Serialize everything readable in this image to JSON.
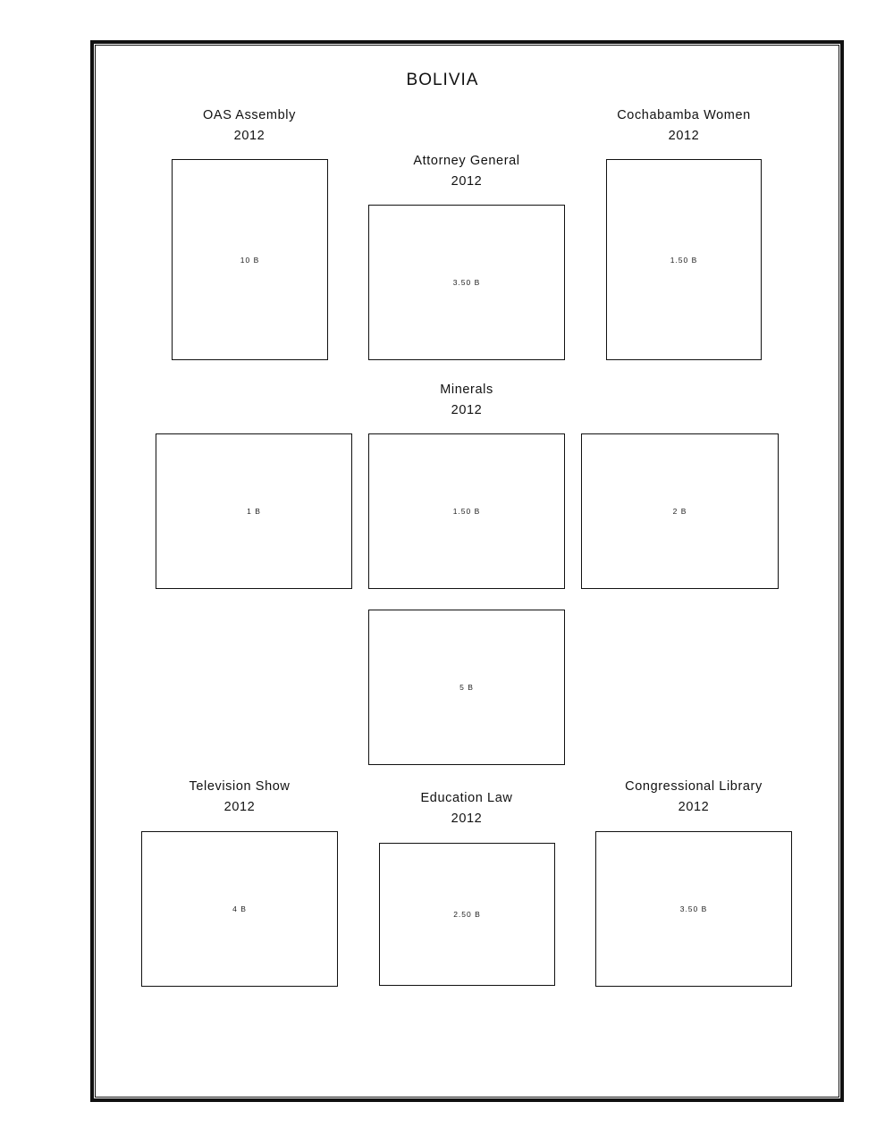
{
  "page": {
    "country": "BOLIVIA"
  },
  "sets": [
    {
      "name": "OAS Assembly",
      "year": "2012",
      "stamps": [
        "10 B"
      ]
    },
    {
      "name": "Attorney General",
      "year": "2012",
      "stamps": [
        "3.50 B"
      ]
    },
    {
      "name": "Cochabamba Women",
      "year": "2012",
      "stamps": [
        "1.50 B"
      ]
    },
    {
      "name": "Minerals",
      "year": "2012",
      "stamps": [
        "1 B",
        "1.50 B",
        "2 B",
        "5 B"
      ]
    },
    {
      "name": "Television Show",
      "year": "2012",
      "stamps": [
        "4 B"
      ]
    },
    {
      "name": "Education Law",
      "year": "2012",
      "stamps": [
        "2.50 B"
      ]
    },
    {
      "name": "Congressional Library",
      "year": "2012",
      "stamps": [
        "3.50 B"
      ]
    }
  ],
  "colors": {
    "border": "#111111",
    "background": "#ffffff"
  }
}
